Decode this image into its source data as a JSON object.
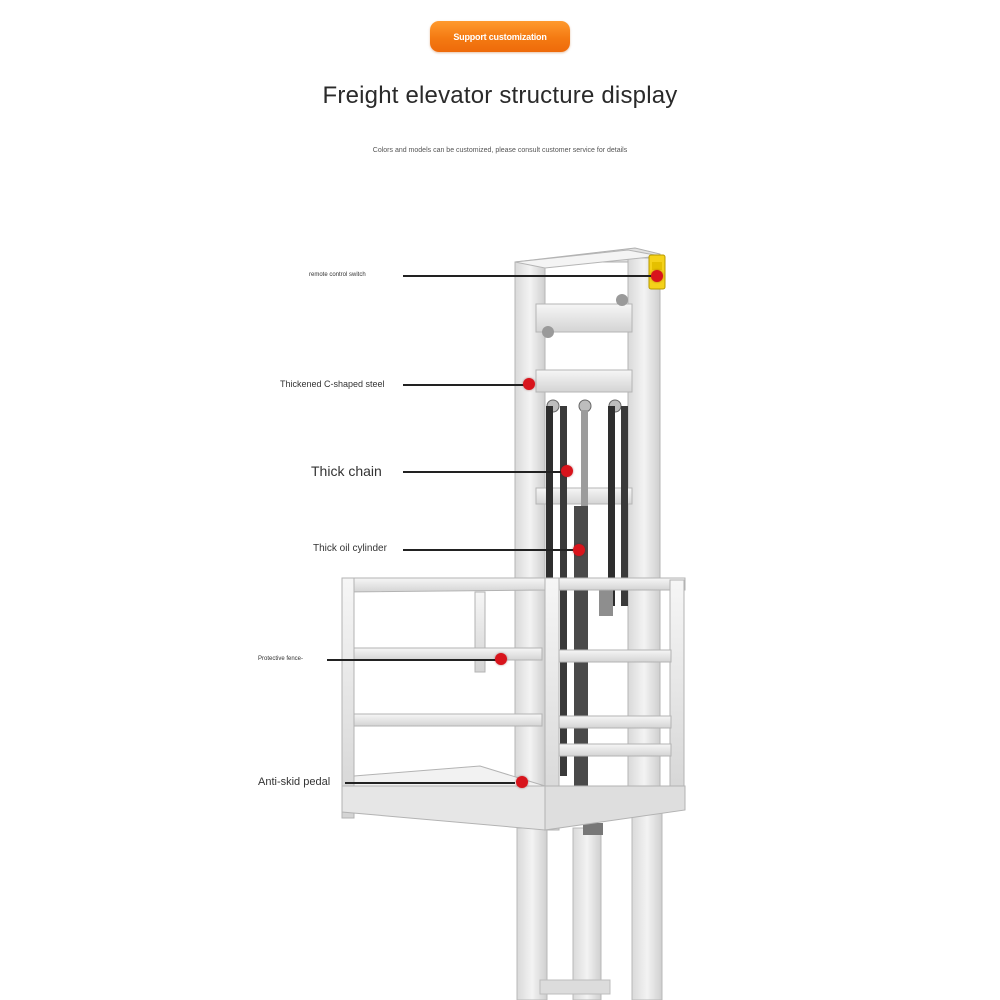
{
  "badge": {
    "text": "Support customization"
  },
  "title": "Freight elevator structure display",
  "subtitle": "Colors and models can be customized, please consult customer service for details",
  "callouts": [
    {
      "label": "remote control switch"
    },
    {
      "label": "Thickened C-shaped steel"
    },
    {
      "label": "Thick chain"
    },
    {
      "label": "Thick oil cylinder"
    },
    {
      "label": "Protective fence-"
    },
    {
      "label": "Anti-skid pedal"
    }
  ],
  "colors": {
    "accent": "#f47a12",
    "marker": "#d8141c",
    "steel": "#ececec"
  }
}
